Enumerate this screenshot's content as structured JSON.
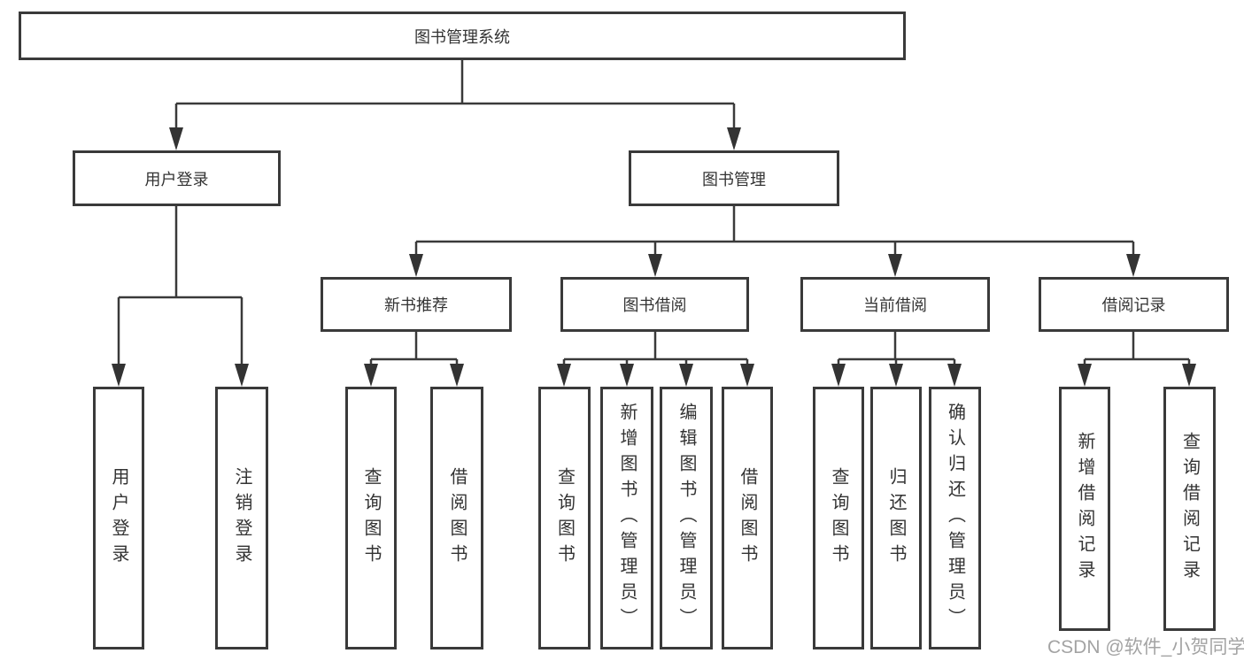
{
  "diagram": {
    "title": "图书管理系统",
    "branches": [
      {
        "label": "用户登录",
        "children": [
          {
            "label": "用户登录"
          },
          {
            "label": "注销登录"
          }
        ]
      },
      {
        "label": "图书管理",
        "children": [
          {
            "label": "新书推荐",
            "children": [
              {
                "label": "查询图书"
              },
              {
                "label": "借阅图书"
              }
            ]
          },
          {
            "label": "图书借阅",
            "children": [
              {
                "label": "查询图书"
              },
              {
                "label": "新增图书（管理员）"
              },
              {
                "label": "编辑图书（管理员）"
              },
              {
                "label": "借阅图书"
              }
            ]
          },
          {
            "label": "当前借阅",
            "children": [
              {
                "label": "查询图书"
              },
              {
                "label": "归还图书"
              },
              {
                "label": "确认归还（管理员）"
              }
            ]
          },
          {
            "label": "借阅记录",
            "children": [
              {
                "label": "新增借阅记录"
              },
              {
                "label": "查询借阅记录"
              }
            ]
          }
        ]
      }
    ]
  },
  "watermark": "CSDN @软件_小贺同学",
  "colors": {
    "line": "#3a3a3a",
    "box_border": "#3a3a3a",
    "text": "#333333",
    "watermark": "#9e9e9e",
    "background": "#ffffff"
  }
}
